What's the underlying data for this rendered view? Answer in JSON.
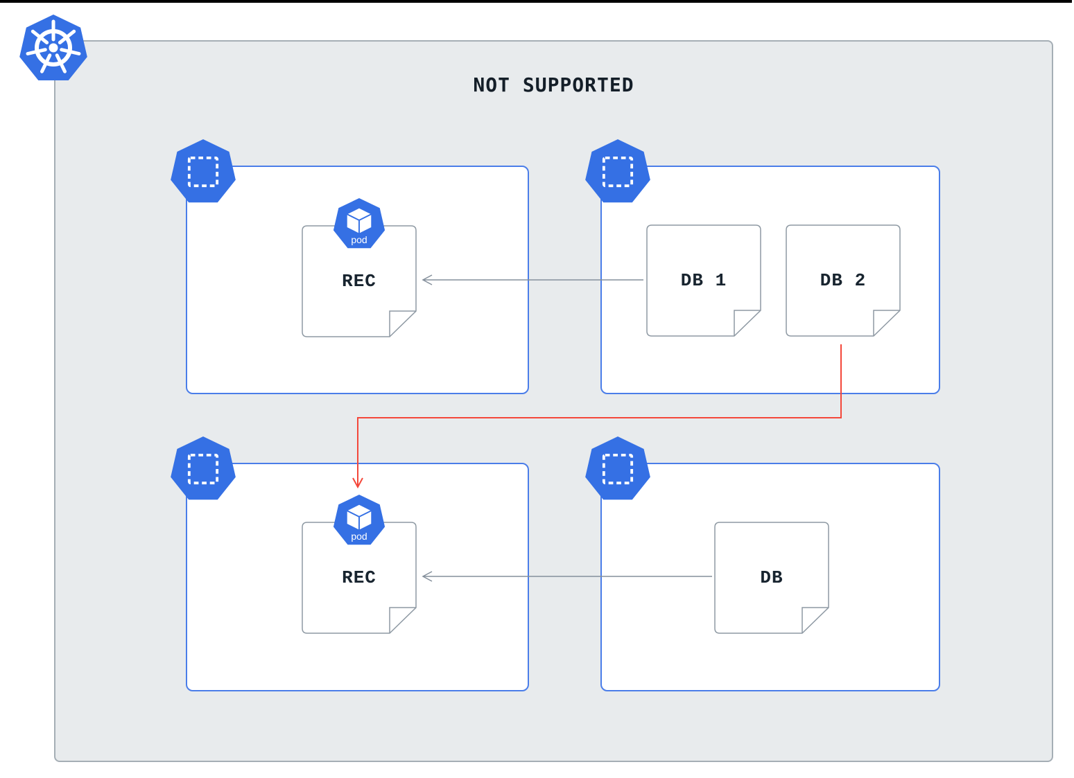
{
  "title": "NOT SUPPORTED",
  "namespaces": [
    {
      "position": "top-left",
      "files": [
        {
          "label": "REC",
          "pod_badge": "pod"
        }
      ]
    },
    {
      "position": "top-right",
      "files": [
        {
          "label": "DB 1"
        },
        {
          "label": "DB 2"
        }
      ]
    },
    {
      "position": "bottom-left",
      "files": [
        {
          "label": "REC",
          "pod_badge": "pod"
        }
      ]
    },
    {
      "position": "bottom-right",
      "files": [
        {
          "label": "DB"
        }
      ]
    }
  ],
  "arrows": [
    {
      "from": "DB 1",
      "to": "REC top-left",
      "color": "#848f9b",
      "style": "straight-left"
    },
    {
      "from": "DB 2",
      "to": "REC pod bottom-left",
      "color": "#f4473a",
      "style": "elbow-down"
    },
    {
      "from": "DB",
      "to": "REC bottom-left",
      "color": "#848f9b",
      "style": "straight-left"
    }
  ],
  "icons": {
    "kubernetes_logo": "heptagon-helm-wheel",
    "namespace_badge": "heptagon-dashed-square",
    "pod_badge": "heptagon-cube"
  },
  "colors": {
    "kubernetes_blue": "#3570e4",
    "namespace_border_blue": "#4a7de9",
    "panel_gray": "#e8ebed",
    "panel_border": "#a5aeb5",
    "file_border_gray": "#8e99a3",
    "arrow_gray": "#848f9b",
    "arrow_red": "#f4473a",
    "text_dark": "#141e28"
  }
}
